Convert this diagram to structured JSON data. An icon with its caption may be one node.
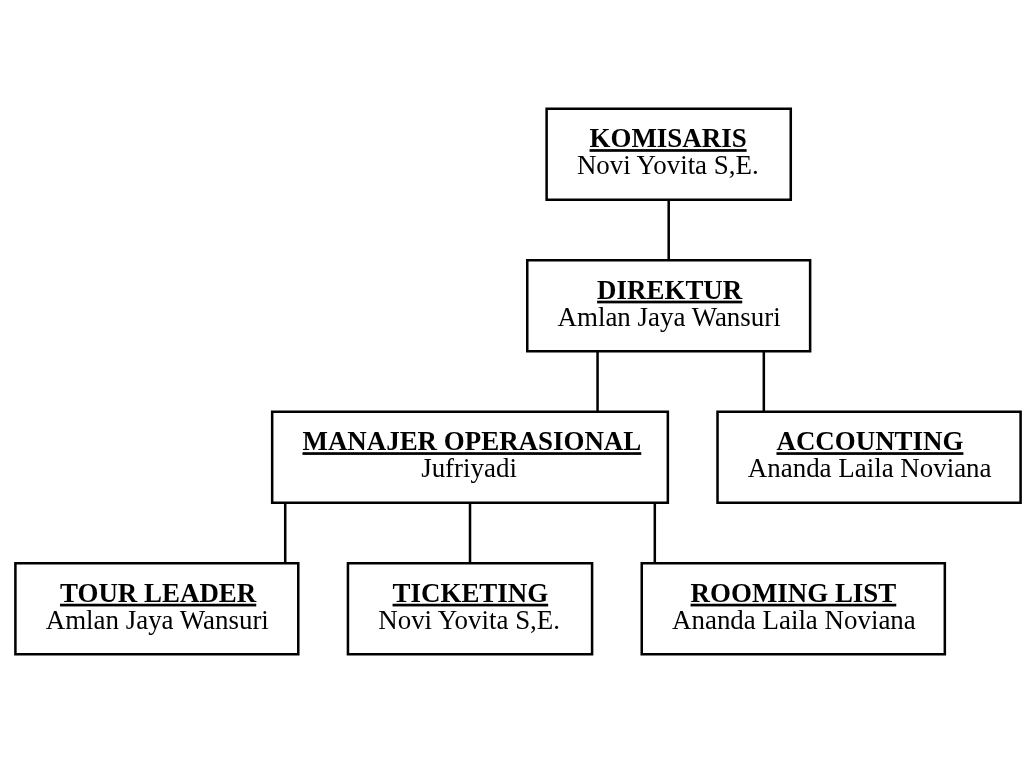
{
  "diagram": {
    "nodes": [
      {
        "text": [
          "KOMISARIS",
          "Novi Yovita S,E."
        ]
      },
      {
        "text": [
          "DIREKTUR",
          "Amlan Jaya Wansuri"
        ]
      },
      {
        "text": [
          "MANAJER OPERASIONAL",
          "Jufriyadi"
        ]
      },
      {
        "text": [
          "ACCOUNTING",
          "Ananda Laila Noviana"
        ]
      },
      {
        "text": [
          "TOUR LEADER",
          "Amlan Jaya Wansuri"
        ]
      },
      {
        "text": [
          "TICKETING",
          "Novi Yovita S,E."
        ]
      },
      {
        "text": [
          "ROOMING LIST",
          "Ananda Laila Noviana"
        ]
      }
    ],
    "edges": [
      {
        "from": 0,
        "to": 1,
        "arrow": "none"
      },
      {
        "from": 1,
        "to": 2,
        "arrow": "none"
      },
      {
        "from": 1,
        "to": 3,
        "arrow": "none"
      },
      {
        "from": 2,
        "to": 4,
        "arrow": "none"
      },
      {
        "from": 2,
        "to": 5,
        "arrow": "none"
      },
      {
        "from": 2,
        "to": 6,
        "arrow": "none"
      }
    ]
  }
}
